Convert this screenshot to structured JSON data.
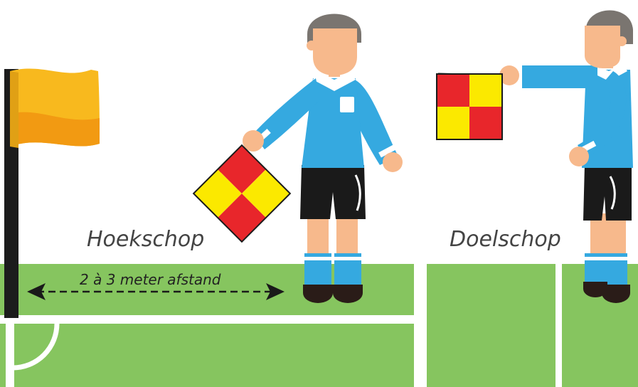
{
  "labels": {
    "corner_kick": "Hoekschop",
    "goal_kick": "Doelschop",
    "distance": "2 à 3 meter afstand"
  },
  "colors": {
    "pitch_green": "#86c55f",
    "field_line": "#ffffff",
    "shirt_blue": "#35a9e0",
    "shorts_black": "#1a1a1a",
    "skin": "#f7b98c",
    "hair": "#7a7570",
    "corner_flag_yellow": "#f8b91e",
    "corner_flag_orange": "#f29a12",
    "flag_red": "#e8262b",
    "flag_yellow": "#fbe900",
    "shoe": "#2a1c18"
  }
}
